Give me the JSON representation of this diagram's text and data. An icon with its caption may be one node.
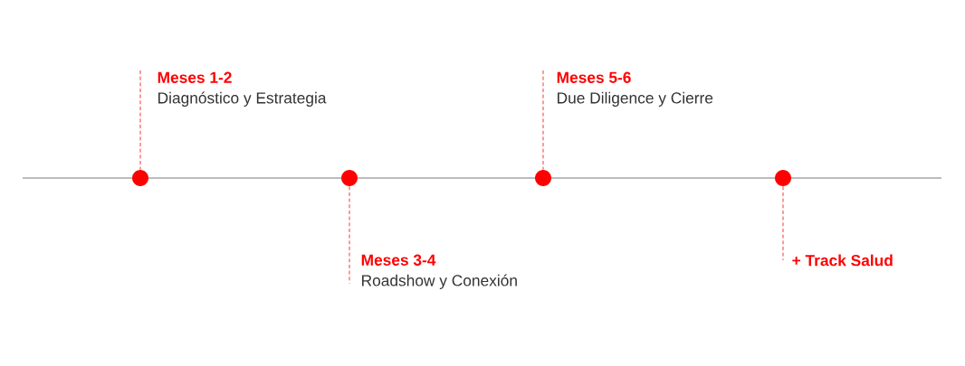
{
  "diagram": {
    "nodes": [
      {
        "text": [
          "Meses 1-2",
          "Diagnóstico y Estrategia"
        ]
      },
      {
        "text": [
          "Meses 3-4",
          "Roadshow y Conexión"
        ]
      },
      {
        "text": [
          "Meses 5-6",
          "Due Diligence y Cierre"
        ]
      },
      {
        "text": [
          "+ Track Salud"
        ]
      },
      {
        "text": [],
        "shape": "circle"
      },
      {
        "text": [],
        "shape": "circle"
      },
      {
        "text": [],
        "shape": "circle"
      },
      {
        "text": [],
        "shape": "circle"
      }
    ],
    "edges": [
      {
        "from": 0,
        "to": 4,
        "arrow": "none",
        "style": "dashed"
      },
      {
        "from": 1,
        "to": 5,
        "arrow": "none",
        "style": "dashed"
      },
      {
        "from": 2,
        "to": 6,
        "arrow": "none",
        "style": "dashed"
      },
      {
        "from": 3,
        "to": 7,
        "arrow": "none",
        "style": "dashed"
      }
    ]
  }
}
